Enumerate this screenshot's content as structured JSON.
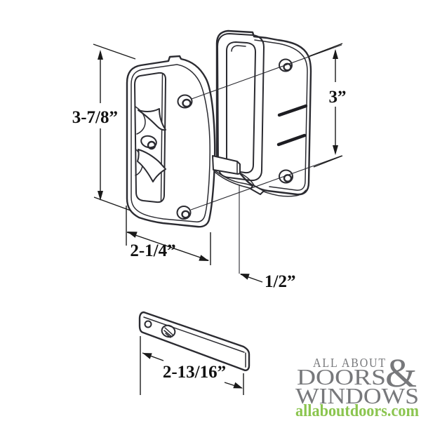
{
  "page": {
    "background": "#ffffff"
  },
  "drawing": {
    "line_color": "#2b2b31",
    "dimension_text_color": "#111111",
    "dimension_labels": {
      "interior_handle_height": "3-7/8”",
      "interior_handle_width": "2-1/4”",
      "exterior_screw_spacing": "3”",
      "latch_offset": "1/2”",
      "spindle_bar_length": "2-13/16”"
    }
  },
  "logo": {
    "tagline_top": "ALL ABOUT",
    "word_doors": "DOORS",
    "ampersand": "&",
    "word_windows": "WINDOWS",
    "website": "allaboutdoors.com",
    "gray_color": "#77787b",
    "green_color": "#8bc54f"
  }
}
